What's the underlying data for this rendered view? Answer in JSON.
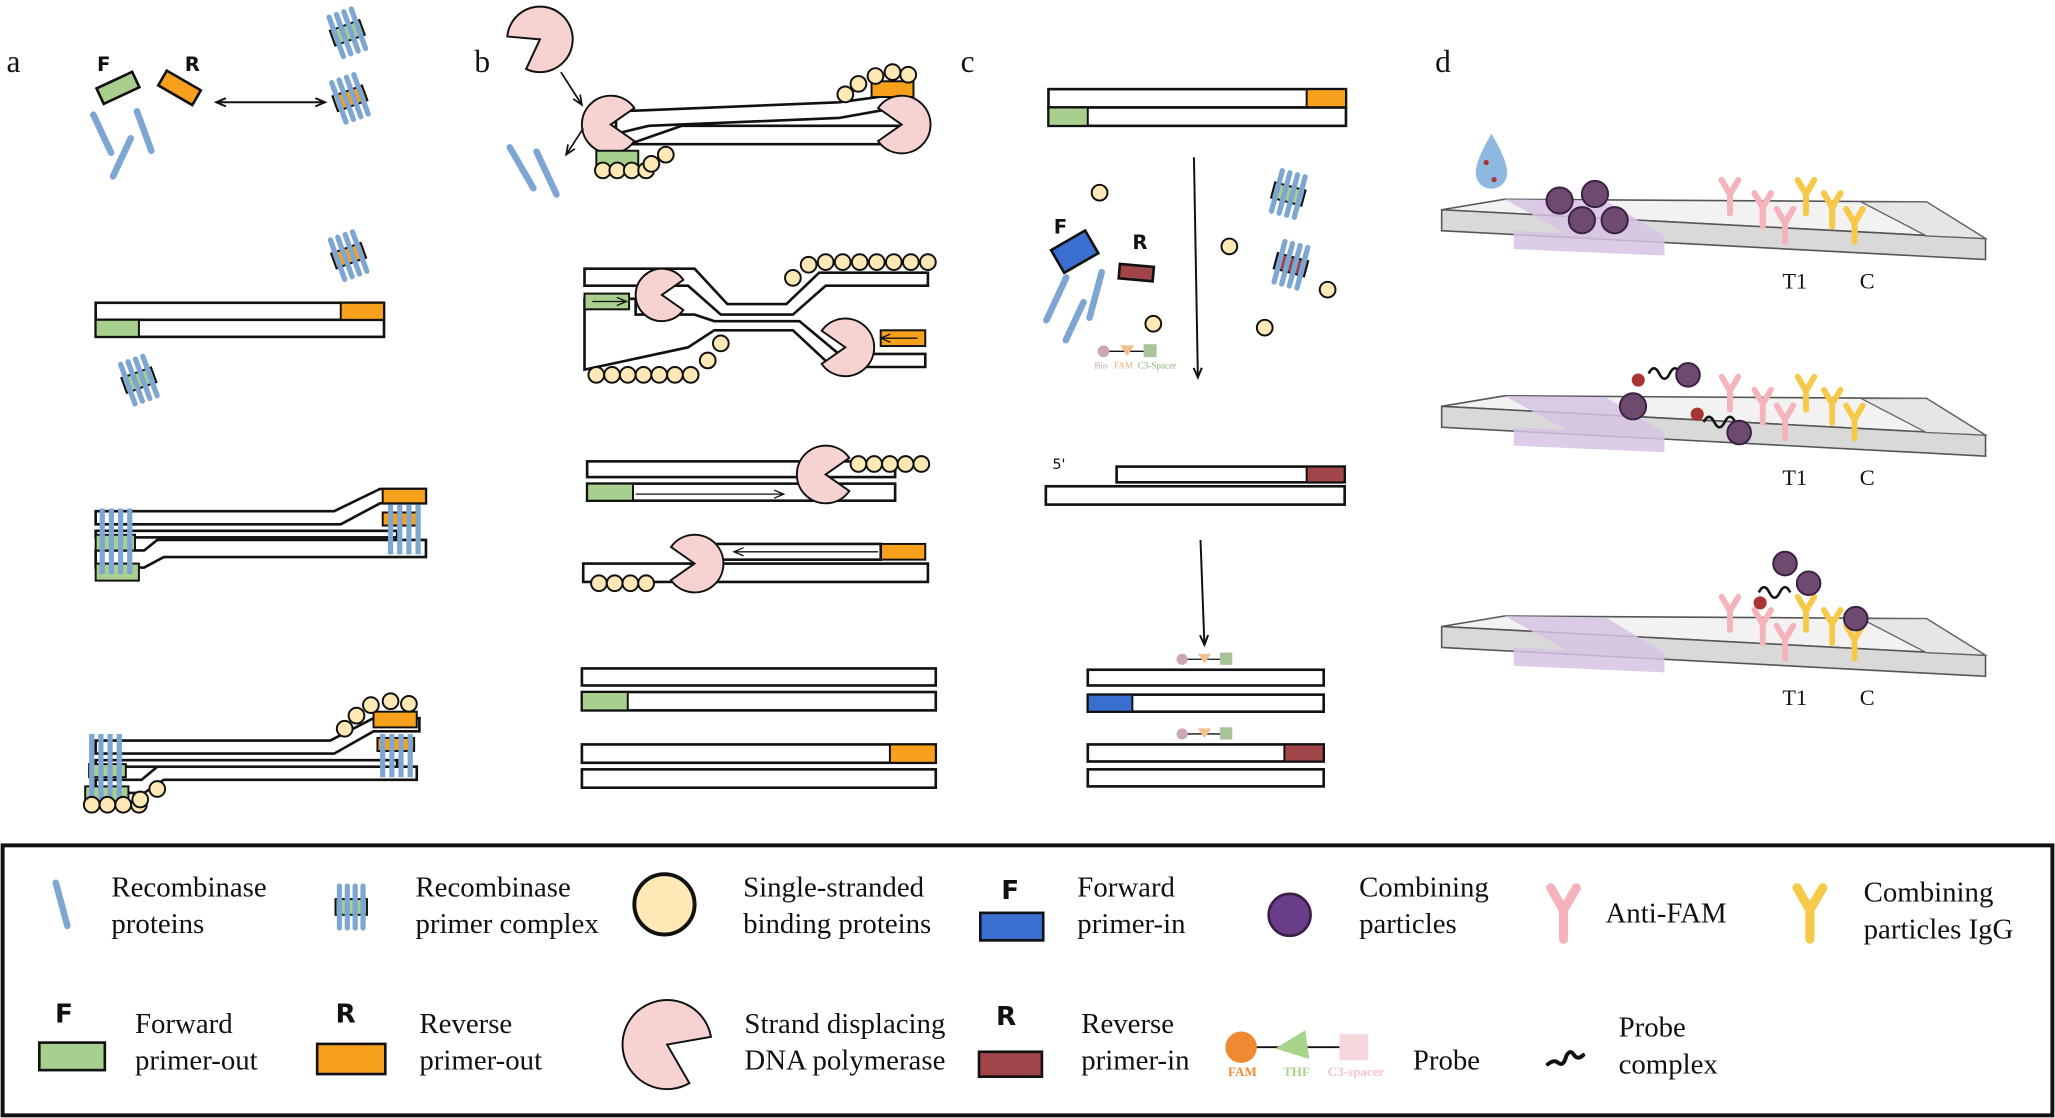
{
  "panels": {
    "a": "a",
    "b": "b",
    "c": "c",
    "d": "d"
  },
  "primer_labels": {
    "forward": "F",
    "reverse": "R"
  },
  "panel_c": {
    "five_prime": "5'",
    "probe_labels": [
      "Bio",
      "FAM",
      "C3-Spacer"
    ]
  },
  "panel_d": {
    "test_line": "T1",
    "control_line": "C"
  },
  "colors": {
    "recombinase": "#7ea6d3",
    "forward_out": "#a8cf8e",
    "reverse_out": "#f7a01c",
    "forward_in": "#3a6fd0",
    "reverse_in": "#a0454a",
    "ssb": "#fde8b6",
    "polymerase": "#f6d3d0",
    "particle": "#6a3d8a",
    "anti_fam": "#f5b3bb",
    "igg": "#f7c94a",
    "pad": "#d7c3e3"
  },
  "legend": {
    "recombinase_proteins": [
      "Recombinase",
      "proteins"
    ],
    "recombinase_primer_complex": [
      "Recombinase",
      "primer complex"
    ],
    "ssb": [
      "Single-stranded",
      "binding proteins"
    ],
    "forward_primer_in": [
      "Forward",
      "primer-in"
    ],
    "combining_particles": [
      "Combining",
      "particles"
    ],
    "anti_fam": "Anti-FAM",
    "combining_particles_igg": [
      "Combining",
      "particles IgG"
    ],
    "forward_primer_out": [
      "Forward",
      "primer-out"
    ],
    "reverse_primer_out": [
      "Reverse",
      "primer-out"
    ],
    "polymerase": [
      "Strand displacing",
      "DNA polymerase"
    ],
    "reverse_primer_in": [
      "Reverse",
      "primer-in"
    ],
    "probe": "Probe",
    "probe_parts": [
      "FAM",
      "THF",
      "C3-spacer"
    ],
    "probe_complex": [
      "Probe",
      "complex"
    ]
  }
}
